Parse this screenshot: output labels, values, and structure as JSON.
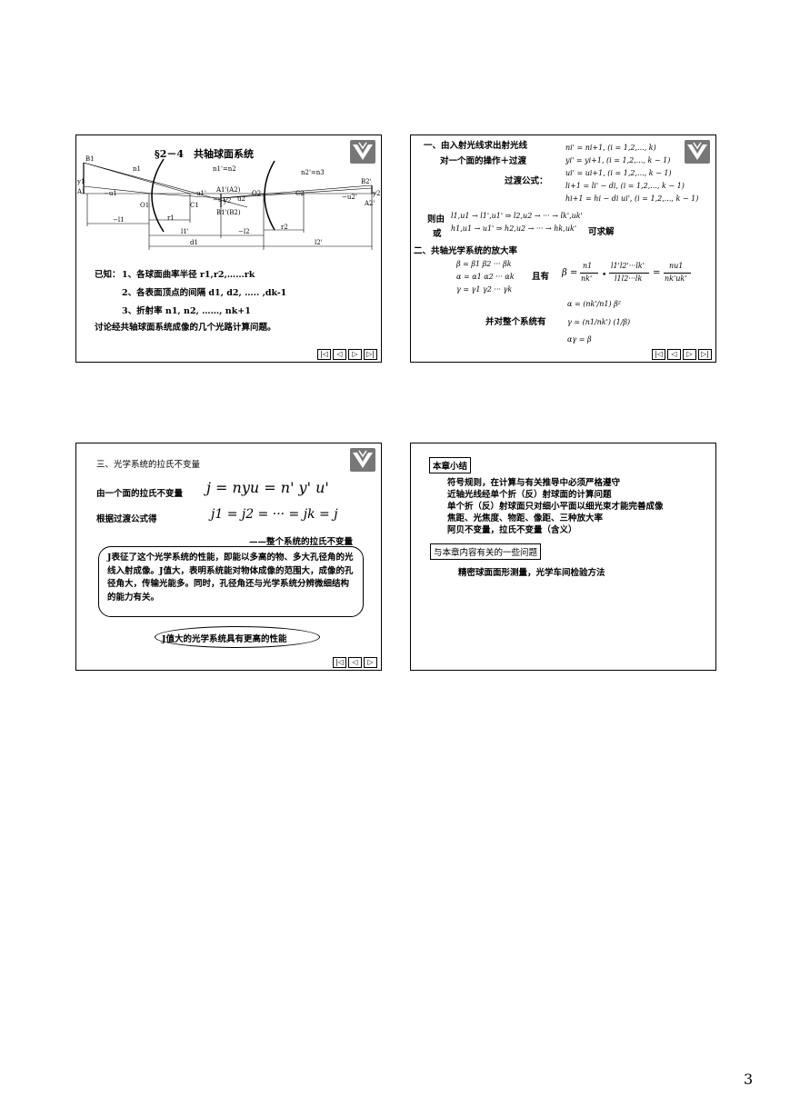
{
  "page": {
    "number": "3"
  },
  "slide1": {
    "title": "§2－4　共轴球面系统",
    "diagram": {
      "B1": "B1",
      "n1": "n1",
      "n1p_n2": "n1'=n2",
      "n2p_n3": "n2'=n3",
      "B2p": "B2'",
      "y1": "y1",
      "A1": "A1",
      "u1": "−u1",
      "O1": "O1",
      "u1p": "u1'",
      "C1": "C1",
      "A1p_A2": "A1'(A2)",
      "u1p2": "−u1'",
      "u2": "u2",
      "O2": "O2",
      "C2": "C2",
      "u2p": "−u2'",
      "y2p": "y2'",
      "A2p": "A2'",
      "y1p_y2": "−y1'",
      "y2": "y2",
      "B1p_B2": "B1'(B2)",
      "l1": "−l1",
      "r1": "r1",
      "l1p": "l1'",
      "l2": "−l2",
      "r2": "r2",
      "d1": "d1",
      "l2p": "l2'"
    },
    "given_label": "已知：",
    "given_1": "1、各球面曲率半径 r1,r2,……rk",
    "given_2": "2、各表面顶点的间隔 d1, d2, ….. ,dk-1",
    "given_3": "3、折射率 n1, n2, ……, nk+1",
    "discussion": "讨论经共轴球面系统成像的几个光路计算问题。"
  },
  "slide2": {
    "heading1": "一、由入射光线求出射光线",
    "op_line": "对一个面的操作＋过渡",
    "transfer_label": "过渡公式：",
    "f1": "ni' = ni+1, (i = 1,2,..., k)",
    "f2": "yi' = yi+1, (i = 1,2,..., k − 1)",
    "f3": "ui' = ui+1, (i = 1,2,..., k − 1)",
    "f4": "li+1 = li' − di, (i = 1,2,..., k − 1)",
    "f5": "hi+1 = hi − di ui', (i = 1,2,..., k − 1)",
    "then_label": "则由",
    "or_label": "或",
    "chain1": "l1,u1 → l1',u1' ⇒ l2,u2 → ··· → lk',uk'",
    "chain2": "h1,u1 → u1' ⇒ h2,u2 → ··· → hk,uk'",
    "solvable": "可求解",
    "heading2": "二、共轴光学系统的放大率",
    "mag1": "β = β1 β2 ··· βk",
    "mag2": "α = α1 α2 ··· αk",
    "mag3": "γ = γ1 γ2 ··· γk",
    "and_label": "且有",
    "beta_formula_lhs": "β =",
    "beta_n1": "n1",
    "beta_nkp": "nk'",
    "beta_num": "l1'l2'···lk'",
    "beta_den": "l1l2···lk",
    "beta_rhs_num": "nu1",
    "beta_rhs_den": "nk'uk'",
    "whole_label": "并对整个系统有",
    "alpha_w": "α = (nk'/n1) β²",
    "gamma_w": "γ = (n1/nk') (1/β)",
    "ag_w": "αγ = β"
  },
  "slide3": {
    "heading": "三、光学系统的拉氏不变量",
    "one_surface_label": "由一个面的拉氏不变量",
    "formula1": "j = nyu = n' y' u'",
    "transfer_label": "根据过渡公式得",
    "formula2": "j1 = j2 = ··· = jk = j",
    "whole_system": "——整个系统的拉氏不变量",
    "explain": "J表征了这个光学系统的性能，即能以多高的物、多大孔径角的光线入射成像。J值大，表明系统能对物体成像的范围大，成像的孔径角大，传输光能多。同时，孔径角还与光学系统分辨微细结构的能力有关。",
    "conclusion": "J值大的光学系统具有更高的性能"
  },
  "slide4": {
    "summary_title": "本章小结",
    "items": [
      "符号规则，在计算与有关推导中必须严格遵守",
      "近轴光线经单个折（反）射球面的计算问题",
      "单个折（反）射球面只对细小平面以细光束才能完善成像",
      "焦距、光焦度、物距、像距、三种放大率",
      "阿贝不变量，拉氏不变量（含义）"
    ],
    "related_title": "与本章内容有关的一些问题",
    "related_item": "精密球面面形测量，光学车间检验方法"
  },
  "nav": {
    "first": "|◁",
    "prev": "◁",
    "next": "▷",
    "last": "▷|"
  },
  "colors": {
    "logo_bg": "#777777",
    "border": "#000000"
  }
}
